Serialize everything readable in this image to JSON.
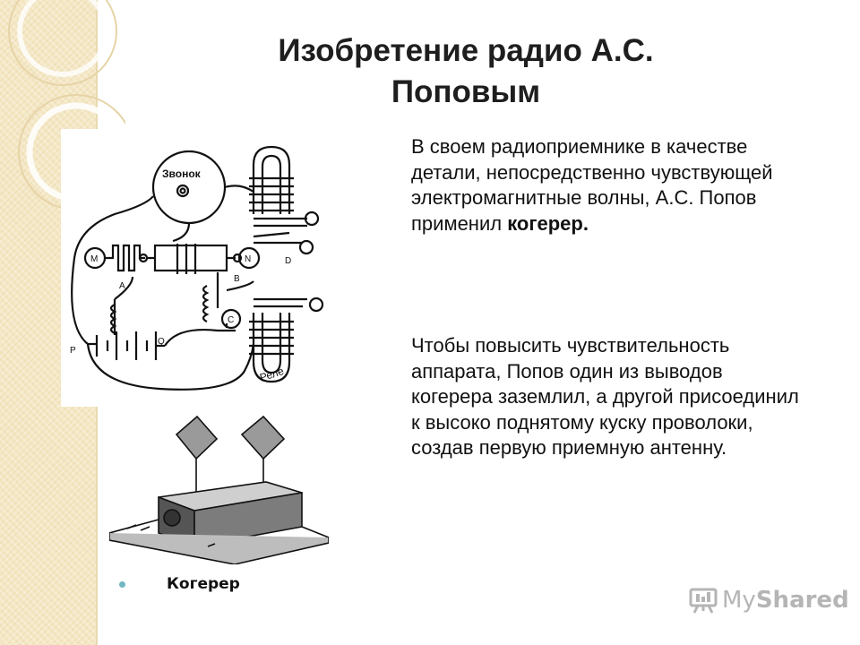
{
  "slide": {
    "title_line1": "Изобретение радио А.С.",
    "title_line2": "Поповым",
    "paragraph1_text": "В своем радиоприемнике в качестве детали, непосредственно чувствующей электромагнитные волны, А.С. Попов применил ",
    "paragraph1_bold": "когерер.",
    "paragraph2": "Чтобы повысить чувствительность аппарата, Попов один из выводов когерера заземлил, а другой присоединил к высоко поднятому куску проволоки, создав первую приемную антенну.",
    "caption": "Когерер"
  },
  "schematic": {
    "bell_label": "Звонок",
    "relay_label": "Реле",
    "labels": [
      "M",
      "N",
      "D",
      "A",
      "B",
      "C",
      "P",
      "Q"
    ]
  },
  "watermark": {
    "prefix": "My",
    "suffix": "Shared"
  },
  "colors": {
    "background": "#ffffff",
    "left_band": "#f4e7c4",
    "bullet": "#6fb7c2",
    "watermark": "#b5b5b5"
  }
}
